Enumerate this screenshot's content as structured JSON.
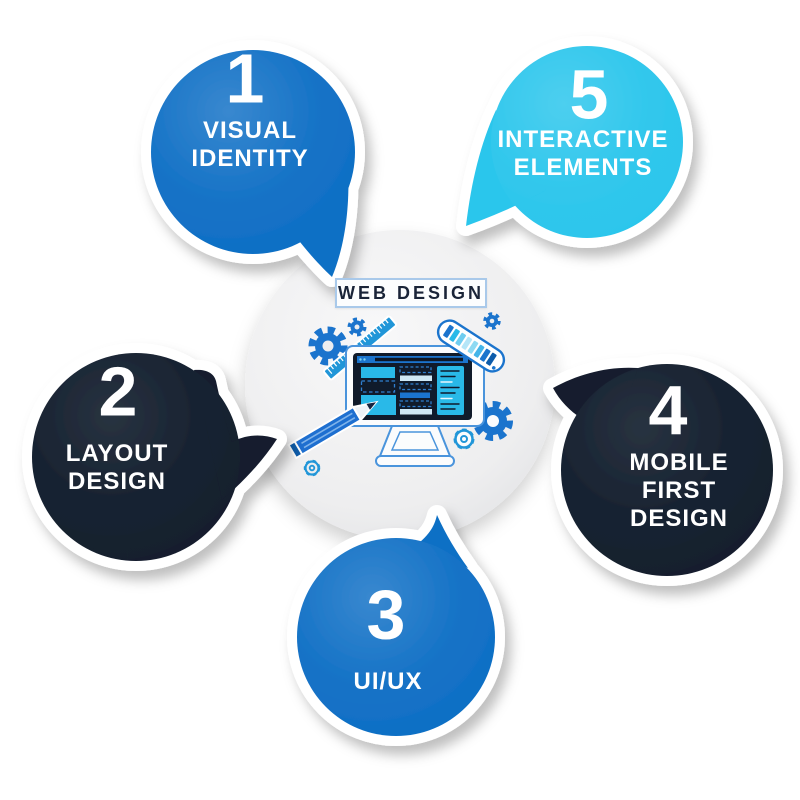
{
  "center": {
    "title": "WEB DESIGN",
    "illustration_icons": [
      "monitor-icon",
      "gear-icon",
      "ruler-icon",
      "pencil-icon",
      "color-palette-icon"
    ]
  },
  "bubbles": [
    {
      "number": "1",
      "lines": [
        "VISUAL",
        "IDENTITY"
      ],
      "color": "#0f6fc5"
    },
    {
      "number": "2",
      "lines": [
        "LAYOUT",
        "DESIGN"
      ],
      "color": "#141f2e"
    },
    {
      "number": "3",
      "lines": [
        "UI/UX"
      ],
      "color": "#0f6fc5"
    },
    {
      "number": "4",
      "lines": [
        "MOBILE",
        "FIRST",
        "DESIGN"
      ],
      "color": "#141f2e"
    },
    {
      "number": "5",
      "lines": [
        "INTERACTIVE",
        "ELEMENTS"
      ],
      "color": "#2cc6ec"
    }
  ],
  "colors": {
    "bubble_blue": "#0f6fc5",
    "bubble_dark": "#141f2e",
    "bubble_cyan": "#2cc6ec",
    "bubble_border": "#ffffff",
    "center_circle_gray": "#ececee",
    "outline_blue": "#4a94dc",
    "illustration_blue": "#1b74cd",
    "illustration_cyan": "#29b9e8",
    "pale_blue": "#cfe8f5",
    "screen_navy": "#101b2b",
    "title_text": "#1a2438"
  }
}
